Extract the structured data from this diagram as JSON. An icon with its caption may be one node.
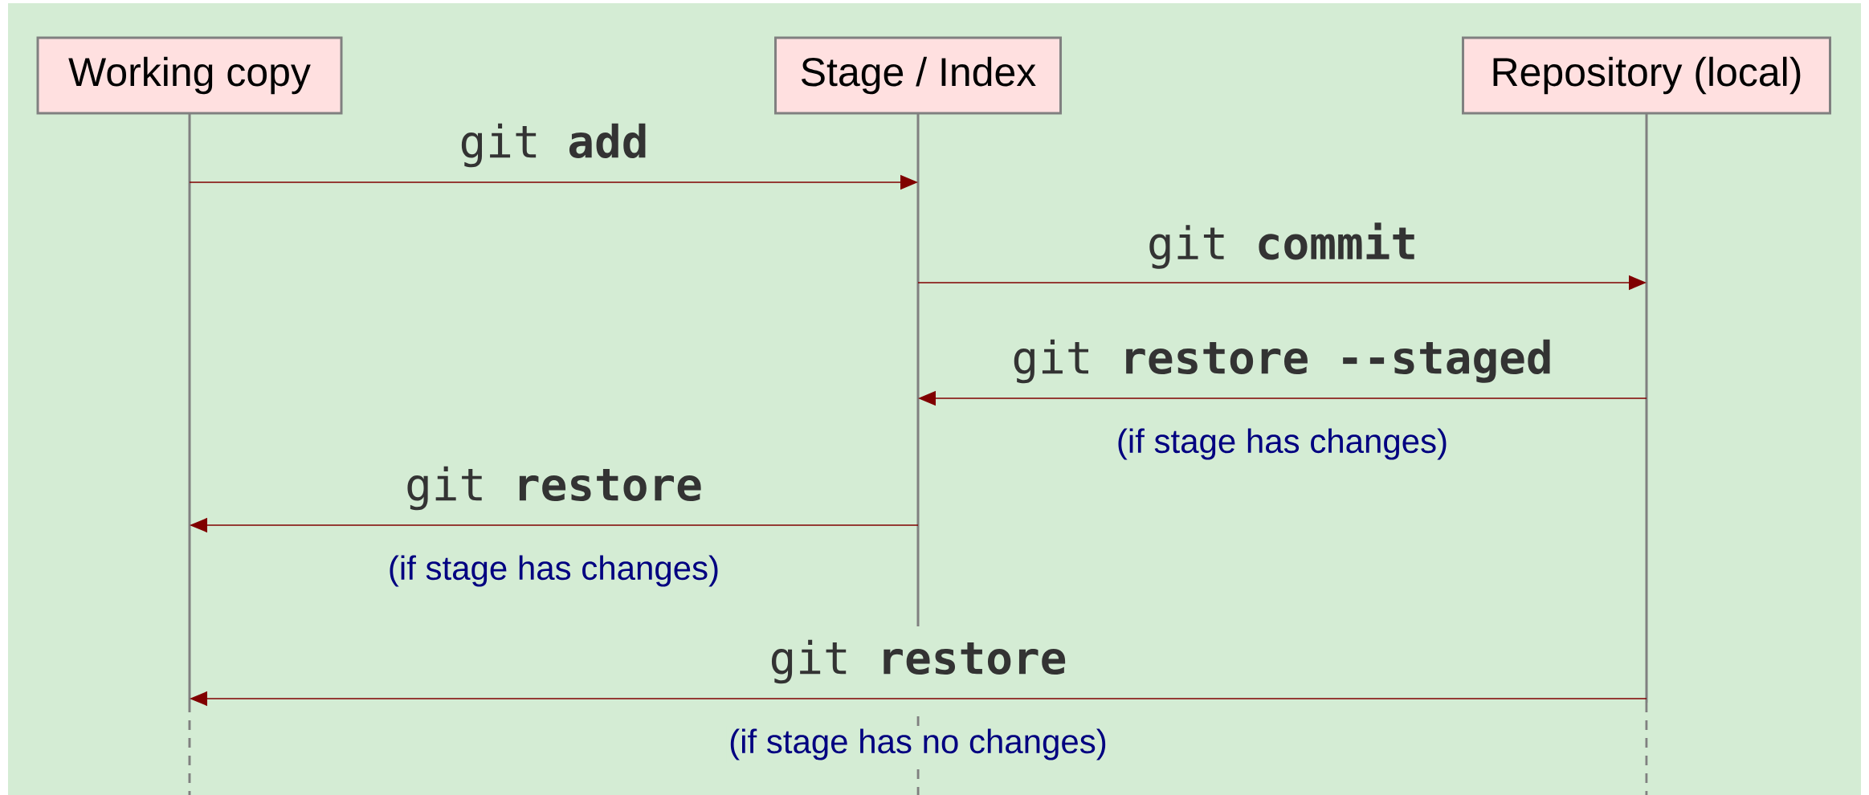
{
  "diagram": {
    "nodes": [
      {
        "text": [
          "Working copy"
        ]
      },
      {
        "text": [
          "Stage / Index"
        ]
      },
      {
        "text": [
          "Repository (local)"
        ]
      }
    ],
    "edges": [
      {
        "from": 0,
        "to": 1,
        "arrow": "to",
        "label": "git **add**"
      },
      {
        "from": 1,
        "to": 2,
        "arrow": "to",
        "label": "git **commit**"
      },
      {
        "from": 2,
        "to": 1,
        "arrow": "to",
        "label": "git **restore --staged**"
      },
      {
        "from": 1,
        "to": 0,
        "arrow": "to",
        "label": "git **restore**"
      },
      {
        "from": 2,
        "to": 0,
        "arrow": "to",
        "label": "git **restore**"
      }
    ],
    "labels": [
      "(if stage has changes)",
      "(if stage has changes)",
      "(if stage has no changes)"
    ]
  }
}
